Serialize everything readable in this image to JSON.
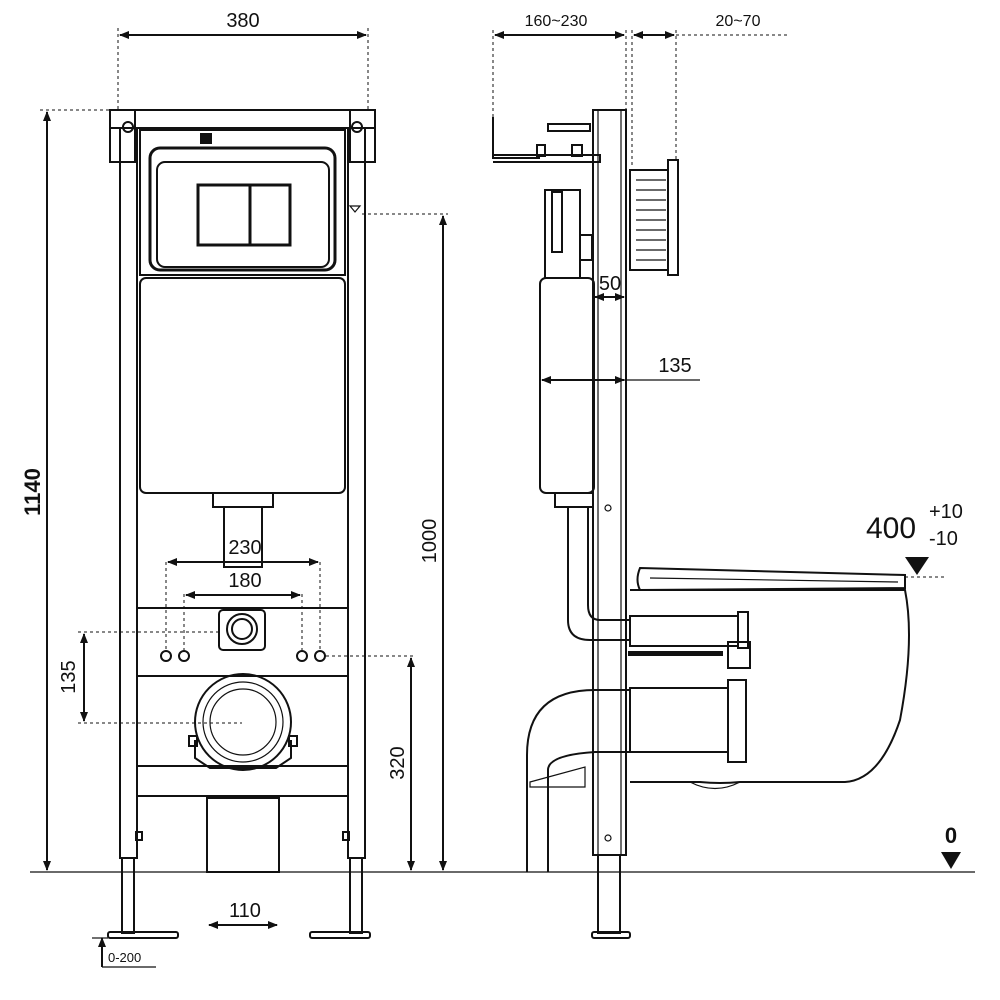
{
  "dimensions": {
    "frame_width": "380",
    "frame_height": "1140",
    "button_height": "1000",
    "tap_spacing_outer": "230",
    "tap_spacing_inner": "180",
    "tap_to_drain": "135",
    "drain_height": "320",
    "outlet_width": "110",
    "leg_adjust": "0-200",
    "mount_depth": "160~230",
    "wall_thickness": "20~70",
    "frame_profile": "50",
    "cistern_depth": "135",
    "seat_height_value": "400",
    "seat_height_plus": "+10",
    "seat_height_minus": "-10",
    "floor_level": "0"
  }
}
